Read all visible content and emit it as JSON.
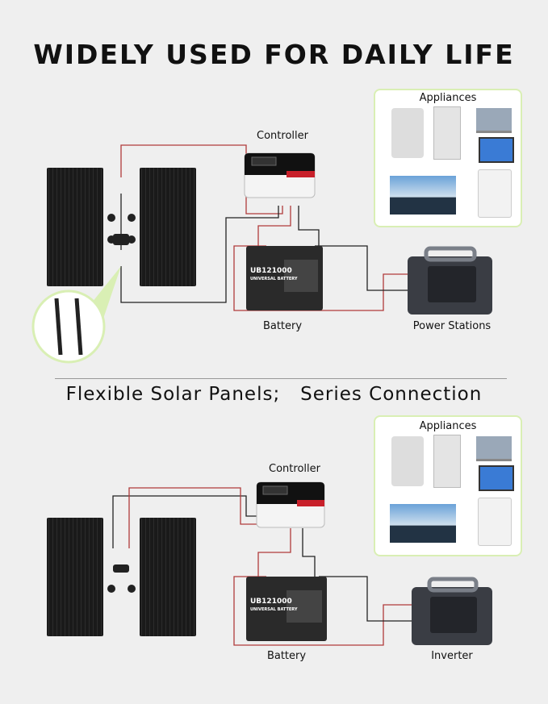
{
  "title": "WIDELY USED FOR DAILY LIFE",
  "subtitle": "Flexible Solar Panels;   Series Connection",
  "top": {
    "controller": "Controller",
    "battery": "Battery",
    "output": "Power Stations",
    "appliances": "Appliances"
  },
  "bottom": {
    "controller": "Controller",
    "battery": "Battery",
    "output": "Inverter",
    "appliances": "Appliances"
  },
  "battery_brand": "UB121000",
  "battery_sub": "UNIVERSAL BATTERY",
  "colors": {
    "background": "#efefef",
    "wire_red": "#b03a3a",
    "wire_black": "#222222",
    "accent_green": "#d9efb4"
  }
}
